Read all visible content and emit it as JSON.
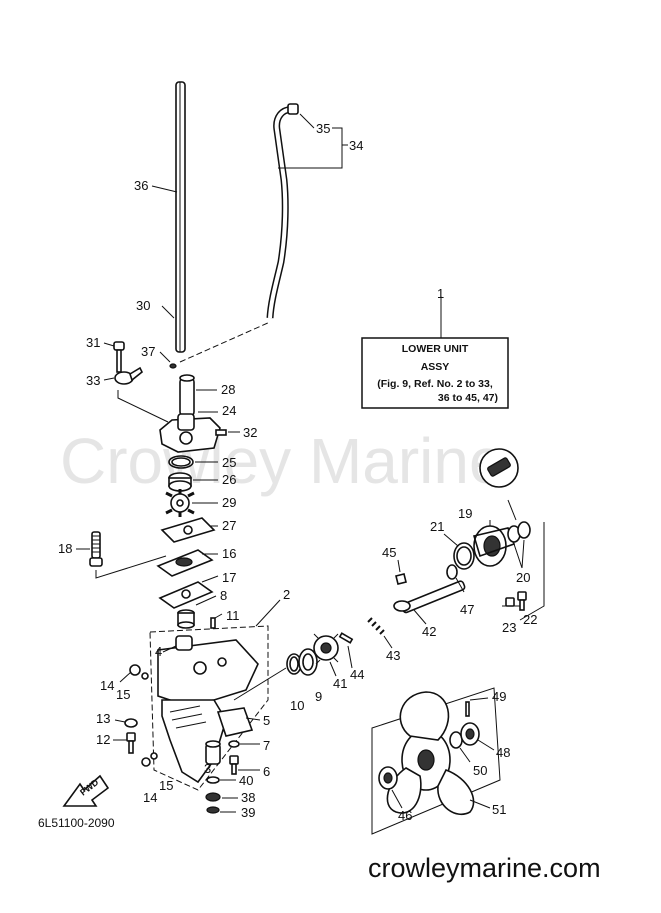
{
  "watermark": "Crowley Marine",
  "footer_url": "crowleymarine.com",
  "diagram_code": "6L51100-2090",
  "assembly_box": {
    "title": "LOWER UNIT",
    "subtitle": "ASSY",
    "note_line1": "(Fig. 9, Ref. No. 2 to 33,",
    "note_line2": "36 to 45, 47)"
  },
  "fwd_label": "FWD",
  "callouts": {
    "c1": "1",
    "c2": "2",
    "c3": "3",
    "c4": "4",
    "c5": "5",
    "c6": "6",
    "c7": "7",
    "c8": "8",
    "c9": "9",
    "c10": "10",
    "c11": "11",
    "c12": "12",
    "c13": "13",
    "c14a": "14",
    "c14b": "14",
    "c15a": "15",
    "c15b": "15",
    "c16": "16",
    "c17": "17",
    "c18": "18",
    "c19": "19",
    "c20": "20",
    "c21": "21",
    "c22": "22",
    "c23": "23",
    "c24": "24",
    "c25": "25",
    "c26": "26",
    "c27": "27",
    "c28": "28",
    "c29": "29",
    "c30": "30",
    "c31": "31",
    "c32": "32",
    "c33": "33",
    "c34": "34",
    "c35": "35",
    "c36": "36",
    "c37": "37",
    "c38": "38",
    "c39": "39",
    "c40": "40",
    "c41": "41",
    "c42": "42",
    "c43": "43",
    "c44": "44",
    "c45": "45",
    "c46": "46",
    "c47": "47",
    "c48": "48",
    "c49": "49",
    "c50": "50",
    "c51": "51"
  }
}
